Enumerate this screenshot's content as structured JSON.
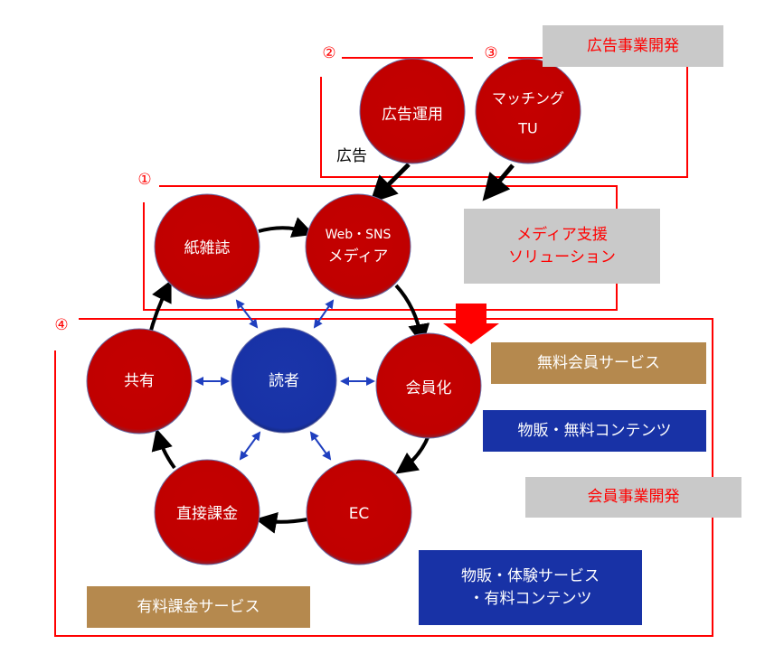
{
  "colors": {
    "node_red": "#c00000",
    "node_blue": "#1832a6",
    "frame_red": "#ff0000",
    "box_gray": "#c9c9c9",
    "box_tan": "#b5894e",
    "box_blue": "#1832a6",
    "arrow_black": "#000000",
    "arrow_blue": "#1f3fbf"
  },
  "sections": [
    {
      "id": "s1",
      "number": "①"
    },
    {
      "id": "s2",
      "number": "②"
    },
    {
      "id": "s3",
      "number": "③"
    },
    {
      "id": "s4",
      "number": "④"
    }
  ],
  "nodes": {
    "ad_operation": "広告運用",
    "matching_line1": "マッチング",
    "matching_line2": "TU",
    "paper_magazine": "紙雑誌",
    "web_media_line1": "Web・SNS",
    "web_media_line2": "メディア",
    "sharing": "共有",
    "reader": "読者",
    "membership": "会員化",
    "direct_billing": "直接課金",
    "ec": "EC"
  },
  "labels": {
    "advertising": "広告"
  },
  "boxes": {
    "ad_business_dev": "広告事業開発",
    "media_support": "メディア支援\nソリューション",
    "free_member_service": "無料会員サービス",
    "goods_free_content": "物販・無料コンテンツ",
    "member_business_dev": "会員事業開発",
    "goods_experience_paid": "物販・体験サービス\n・有料コンテンツ",
    "paid_billing_service": "有料課金サービス"
  }
}
